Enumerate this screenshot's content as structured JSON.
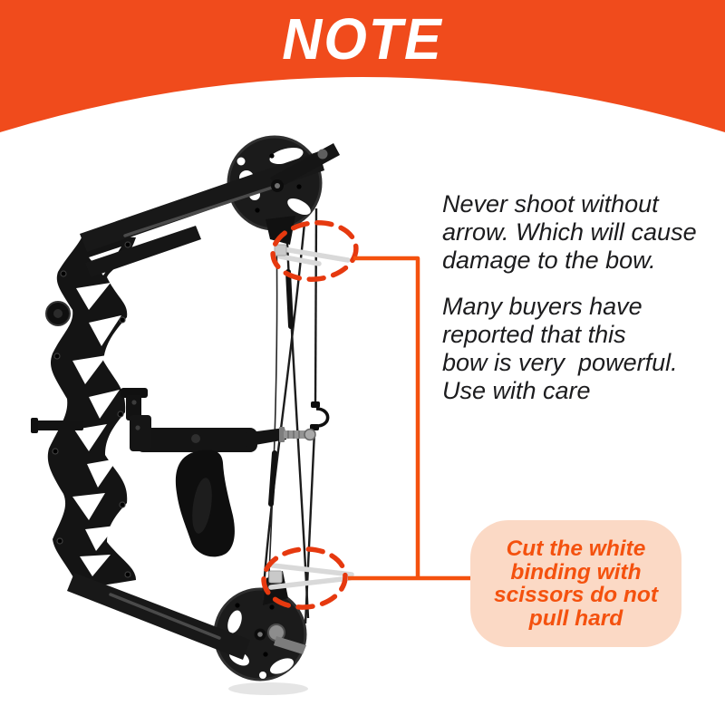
{
  "theme": {
    "banner_bg": "#F04B1C",
    "accent": "#F4510E",
    "highlight": "#E6390F",
    "box_bg": "#FBD9C5",
    "ink": "#1C1C1E"
  },
  "banner": {
    "title": "NOTE"
  },
  "right_note": {
    "paragraph1": "Never shoot without\narrow. Which will cause\ndamage to the bow.",
    "paragraph2": "Many buyers have\nreported that this\nbow is very  powerful.\nUse with care"
  },
  "callout": {
    "text": "Cut the white\nbinding with\nscissors do not\npull hard"
  },
  "figure": {
    "description": "Black mini compound bow, side view, with white zip-tie bindings highlighted by red dashed circles at the top and bottom cams"
  }
}
